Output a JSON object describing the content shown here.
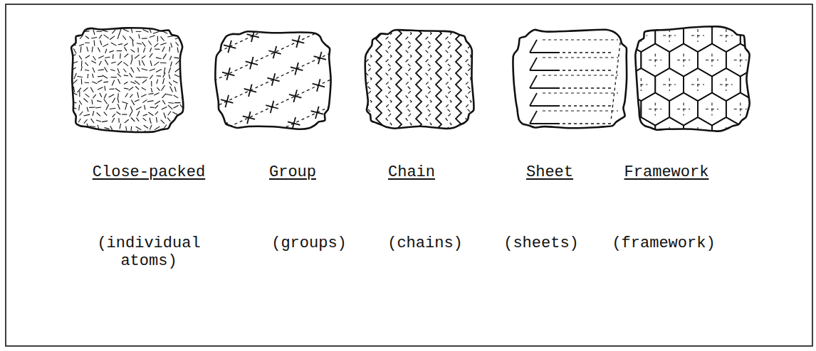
{
  "diagram": {
    "labels": [
      "Close-packed",
      "Group",
      "Chain",
      "Sheet",
      "Framework",
      "(individual atoms)",
      "(groups)",
      "(chains)",
      "(sheets)",
      "(framework)"
    ]
  }
}
